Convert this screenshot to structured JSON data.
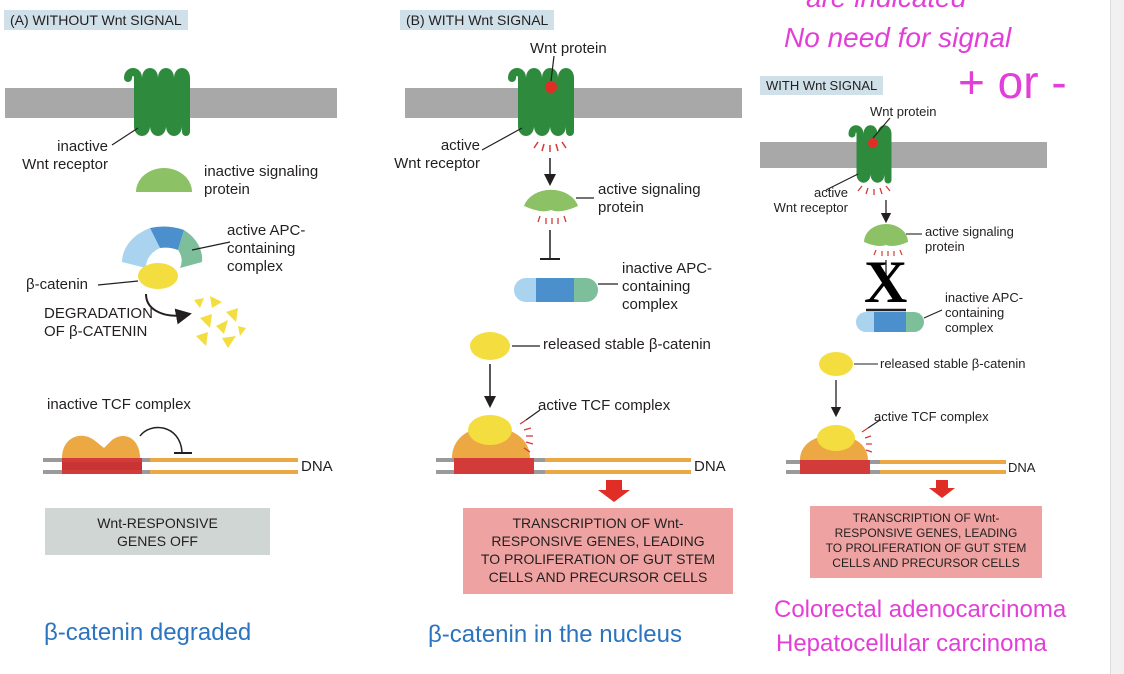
{
  "panel_a": {
    "tag": "(A)  WITHOUT Wnt SIGNAL",
    "receptor_label": "inactive\nWnt receptor",
    "signaling_label": "inactive signaling\nprotein",
    "apc_label": "active APC-\ncontaining\ncomplex",
    "catenin_label": "β-catenin",
    "degradation_label": "DEGRADATION\nOF β-CATENIN",
    "tcf_label": "inactive TCF complex",
    "dna_label": "DNA",
    "genes_box": "Wnt-RESPONSIVE\nGENES OFF",
    "caption": "β-catenin degraded"
  },
  "panel_b": {
    "tag": "(B)  WITH Wnt SIGNAL",
    "wnt_label": "Wnt protein",
    "receptor_label": "active\nWnt receptor",
    "signaling_label": "active signaling\nprotein",
    "apc_label": "inactive APC-\ncontaining\ncomplex",
    "released_label": "released stable β-catenin",
    "tcf_label": "active TCF complex",
    "dna_label": "DNA",
    "transcription_box": "TRANSCRIPTION OF Wnt-\nRESPONSIVE GENES, LEADING\nTO PROLIFERATION OF GUT STEM\nCELLS AND PRECURSOR CELLS",
    "caption": "β-catenin in the nucleus"
  },
  "panel_c": {
    "top_partial": "are indicated",
    "no_need": "No need for  signal",
    "plus_minus": "+ or -",
    "tag": "WITH Wnt SIGNAL",
    "wnt_label": "Wnt protein",
    "receptor_label": "active\nWnt receptor",
    "signaling_label": "active signaling\nprotein",
    "x_mark": "X",
    "apc_label": "inactive APC-\ncontaining\ncomplex",
    "released_label": "released stable β-catenin",
    "tcf_label": "active TCF complex",
    "dna_label": "DNA",
    "transcription_box": "TRANSCRIPTION OF Wnt-\nRESPONSIVE GENES, LEADING\nTO PROLIFERATION OF GUT STEM\nCELLS AND PRECURSOR CELLS",
    "caption_1": "Colorectal adenocarcinoma",
    "caption_2": "Hepatocellular carcinoma"
  },
  "colors": {
    "receptor_green": "#2e8b3e",
    "signaling_green": "#8cc265",
    "apc_blue": "#4b8fcd",
    "apc_lightblue": "#a9d3ee",
    "apc_teal": "#7dbf9a",
    "catenin_yellow": "#f4dd3e",
    "tcf_orange": "#eba843",
    "dna_red": "#d33a3a",
    "dna_gray": "#9a9a9a",
    "membrane_gray": "#a8a8a8",
    "box_gray": "#cfd6d3",
    "box_pink": "#eea3a2",
    "arrow_red": "#e02d25",
    "accent_magenta": "#e23fd8",
    "caption_blue": "#2a74c0"
  }
}
